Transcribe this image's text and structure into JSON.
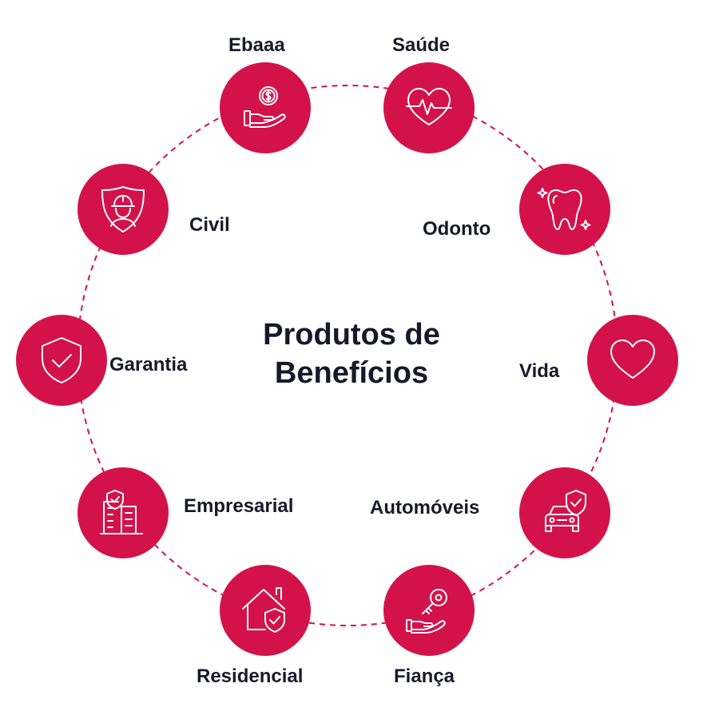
{
  "colors": {
    "accent": "#d4124a",
    "text": "#17192b",
    "ring": "#d4124a"
  },
  "center": {
    "line1": "Produtos de",
    "line2": "Benefícios"
  },
  "products": [
    {
      "id": "ebaaa",
      "label": "Ebaaa",
      "icon": "hand-coin-icon"
    },
    {
      "id": "saude",
      "label": "Saúde",
      "icon": "heart-pulse-icon"
    },
    {
      "id": "odonto",
      "label": "Odonto",
      "icon": "tooth-icon"
    },
    {
      "id": "vida",
      "label": "Vida",
      "icon": "heart-icon"
    },
    {
      "id": "automoveis",
      "label": "Automóveis",
      "icon": "car-shield-icon"
    },
    {
      "id": "fianca",
      "label": "Fiança",
      "icon": "hand-key-icon"
    },
    {
      "id": "residencial",
      "label": "Residencial",
      "icon": "house-shield-icon"
    },
    {
      "id": "empresarial",
      "label": "Empresarial",
      "icon": "building-shield-icon"
    },
    {
      "id": "garantia",
      "label": "Garantia",
      "icon": "shield-check-icon"
    },
    {
      "id": "civil",
      "label": "Civil",
      "icon": "worker-shield-icon"
    }
  ]
}
